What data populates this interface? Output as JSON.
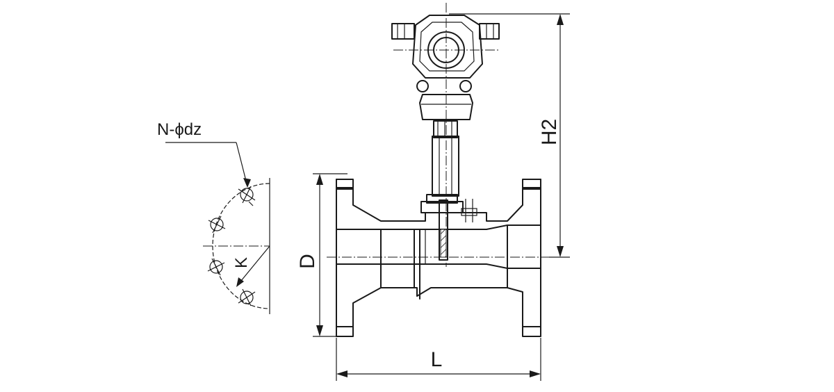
{
  "labels": {
    "length": "L",
    "diameter": "D",
    "height": "H2",
    "bolt_holes": "N-ϕdz",
    "bolt_circle": "K"
  },
  "colors": {
    "line": "#1a1a1a",
    "background": "#ffffff"
  }
}
